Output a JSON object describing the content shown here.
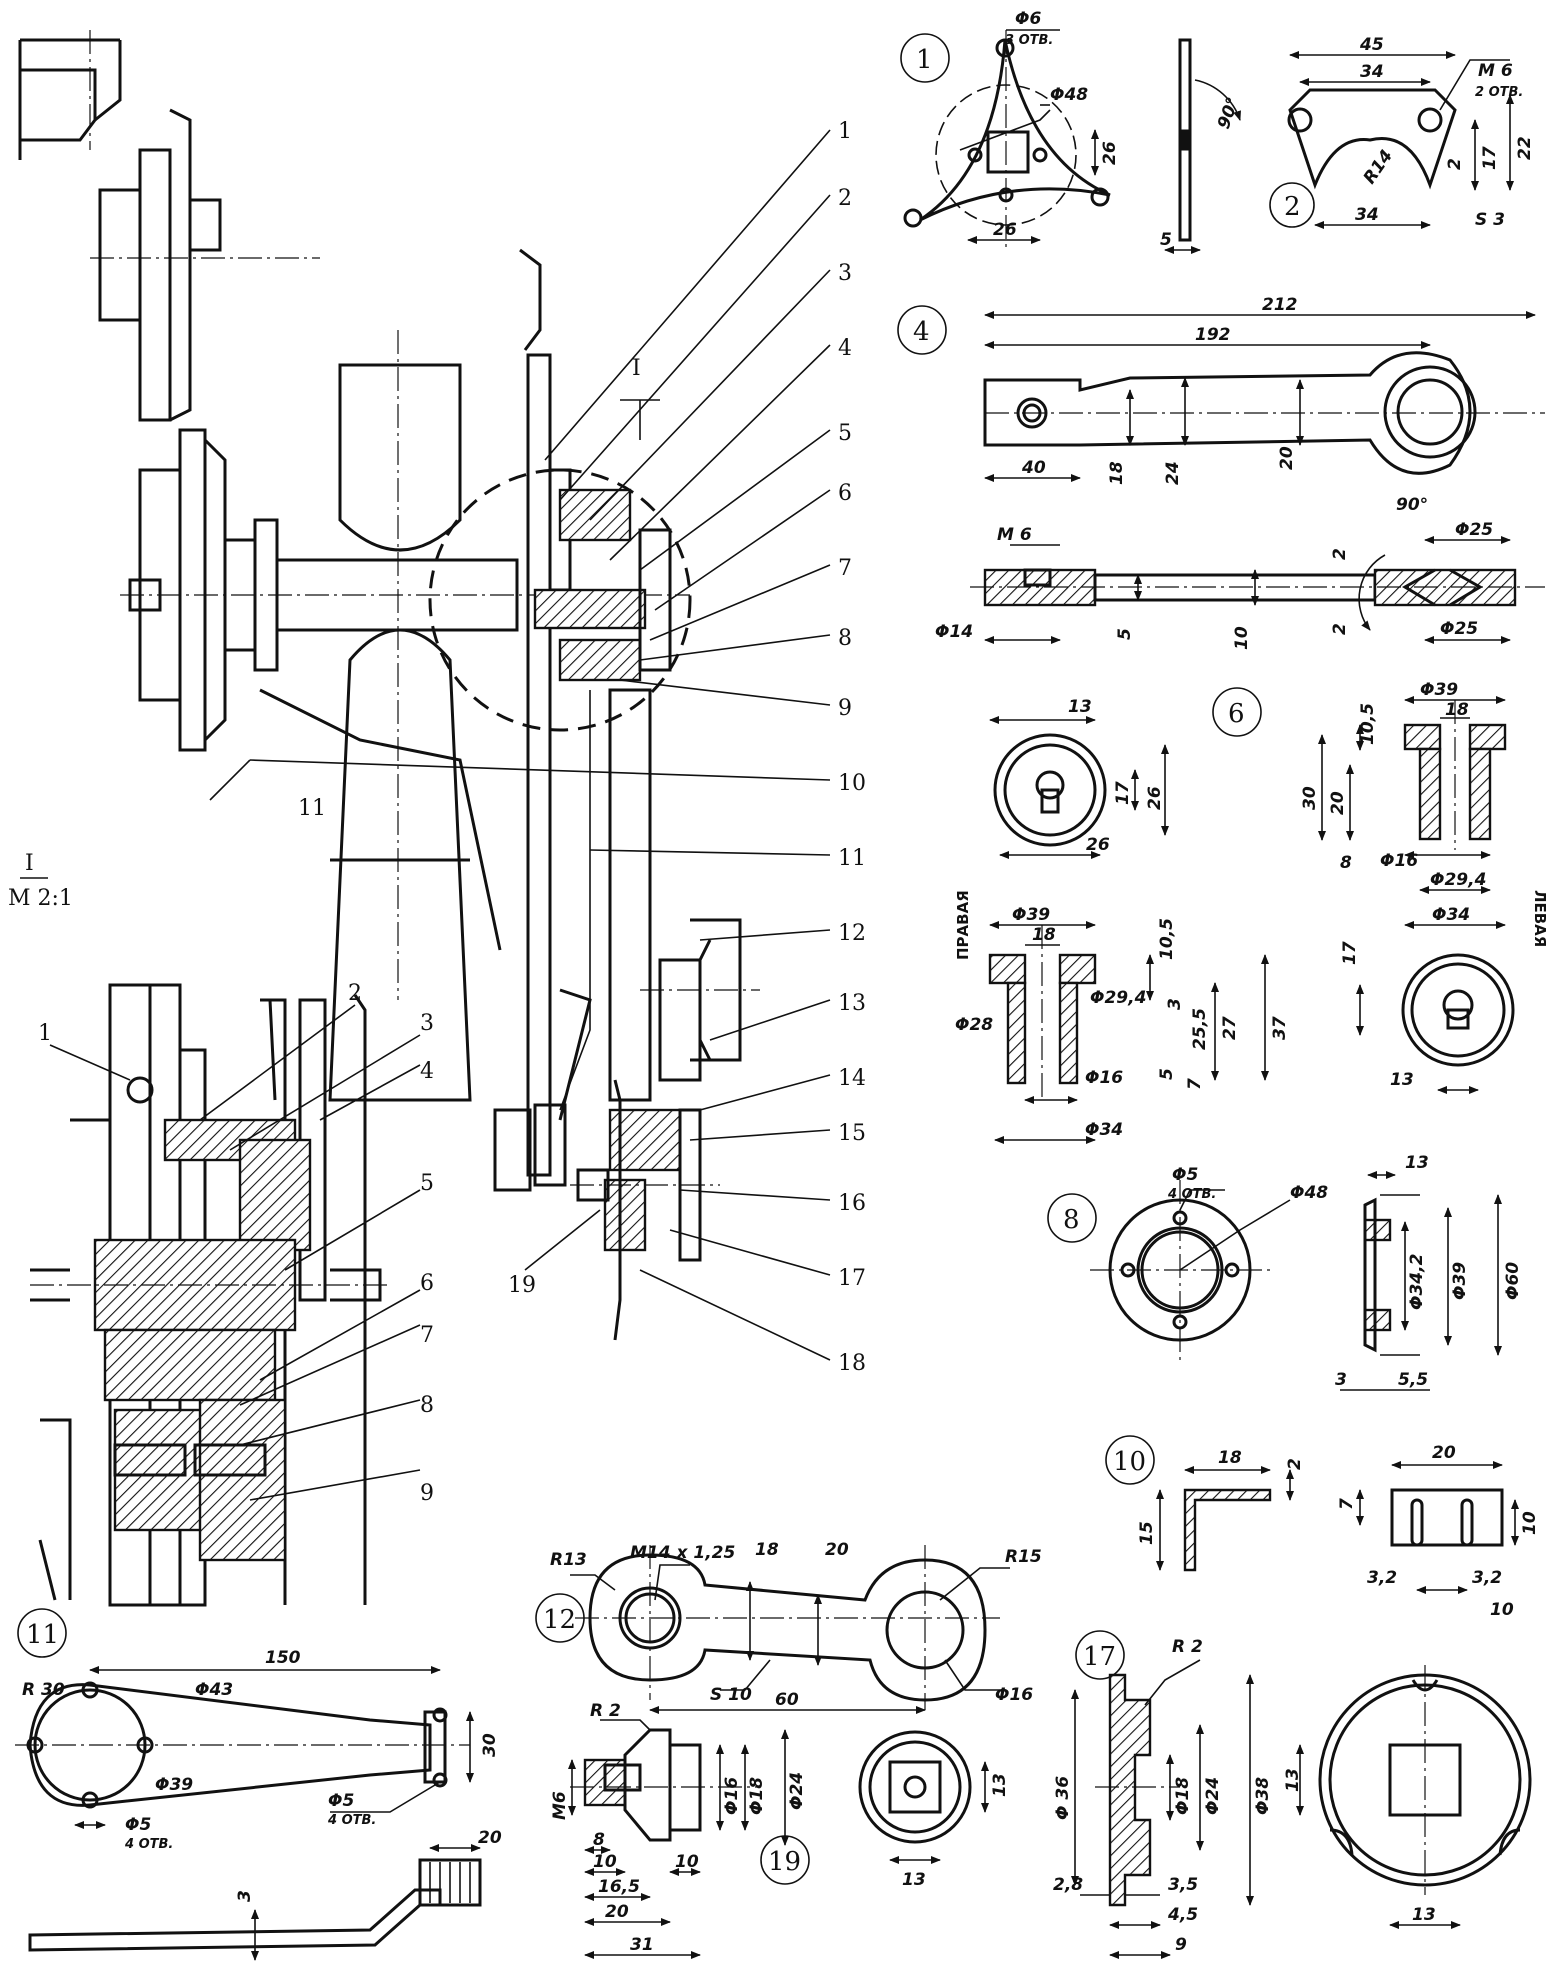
{
  "callouts": [
    "1",
    "2",
    "3",
    "4",
    "5",
    "6",
    "7",
    "8",
    "9",
    "10",
    "11",
    "12",
    "13",
    "14",
    "15",
    "16",
    "17",
    "18",
    "19"
  ],
  "section_view": {
    "mark": "I",
    "scale": "M 2:1"
  },
  "side_labels": {
    "right": "ПРАВАЯ",
    "left": "ЛЕВАЯ"
  },
  "parts": {
    "p1": {
      "num": "1",
      "dims": {
        "hole": "Φ6",
        "holes_count": "3 ОТВ.",
        "bolt_circle": "Φ48",
        "h": "26",
        "w": "26",
        "thick": "5",
        "angle": "90°"
      }
    },
    "p2": {
      "num": "2",
      "dims": {
        "w_total": "45",
        "w_holes": "34",
        "thread": "M 6",
        "holes_count": "2 ОТВ.",
        "r": "R14",
        "d2": "2",
        "d17": "17",
        "d22": "22",
        "w_base": "34",
        "s": "S 3"
      }
    },
    "p4": {
      "num": "4",
      "dims": {
        "l_total": "212",
        "l_center": "192",
        "l_end": "40",
        "h18": "18",
        "h24": "24",
        "h20": "20",
        "thread": "M 6",
        "chamfer_angle": "90°",
        "d25a": "Φ25",
        "c2a": "2",
        "t5": "5",
        "t10": "10",
        "c2b": "2",
        "d14": "Φ14",
        "d25b": "Φ25"
      }
    },
    "p6": {
      "num": "6",
      "dims": {
        "top13": "13",
        "k17": "17",
        "k26": "26",
        "w26": "26",
        "d39": "Φ39",
        "d18": "18",
        "h10_5": "10,5",
        "h30": "30",
        "h20": "20",
        "h8": "8",
        "d16": "Φ16",
        "d29_4": "Φ29,4",
        "d34": "Φ34",
        "r_d39": "Φ39",
        "r_d18": "18",
        "r_h10_5": "10,5",
        "r_d28": "Φ28",
        "r_d29_4": "Φ29,4",
        "r_h3": "3",
        "r_h25_5": "25,5",
        "r_h27": "27",
        "r_h37": "37",
        "r_h5": "5",
        "r_d16": "Φ16",
        "r_h7": "7",
        "r_d34": "Φ34",
        "e17": "17",
        "e13": "13"
      }
    },
    "p8": {
      "num": "8",
      "dims": {
        "hole": "Φ5",
        "holes_count": "4 ОТВ.",
        "bolt_circle": "Φ48",
        "w13": "13",
        "d34_2": "Φ34,2",
        "d39": "Φ39",
        "d60": "Φ60",
        "t3": "3",
        "t5_5": "5,5"
      }
    },
    "p10": {
      "num": "10",
      "dims": {
        "l18": "18",
        "t2": "2",
        "h15": "15",
        "w20": "20",
        "h7": "7",
        "h10": "10",
        "s3_2a": "3,2",
        "s3_2b": "3,2",
        "b10": "10"
      }
    },
    "p11": {
      "num": "11",
      "dims": {
        "l150": "150",
        "r30": "R 30",
        "d43": "Φ43",
        "d39": "Φ39",
        "h30": "30",
        "hole_a": "Φ5",
        "holes_a": "4 ОТВ.",
        "hole_b": "Φ5",
        "holes_b": "4 ОТВ.",
        "t3": "3",
        "w20": "20"
      }
    },
    "p12": {
      "num": "12",
      "dims": {
        "r13": "R13",
        "thread": "M14 x 1,25",
        "w18": "18",
        "w20": "20",
        "r15": "R15",
        "s10": "S 10",
        "c60": "60",
        "d16": "Φ16"
      }
    },
    "p17": {
      "num": "17",
      "dims": {
        "r2": "R 2",
        "d36": "Φ 36",
        "d18": "Φ18",
        "d24": "Φ24",
        "d38": "Φ38",
        "h13": "13",
        "w13": "13",
        "t2_8": "2,8",
        "t3_5": "3,5",
        "t4_5": "4,5",
        "t9": "9"
      }
    },
    "p19": {
      "num": "19",
      "dims": {
        "r2": "R 2",
        "thread": "M6",
        "d16": "Φ16",
        "d18": "Φ18",
        "d24": "Φ24",
        "l8": "8",
        "l10a": "10",
        "l16_5": "16,5",
        "l20": "20",
        "l31": "31",
        "l10b": "10",
        "sq13a": "13",
        "sq13b": "13"
      }
    }
  }
}
